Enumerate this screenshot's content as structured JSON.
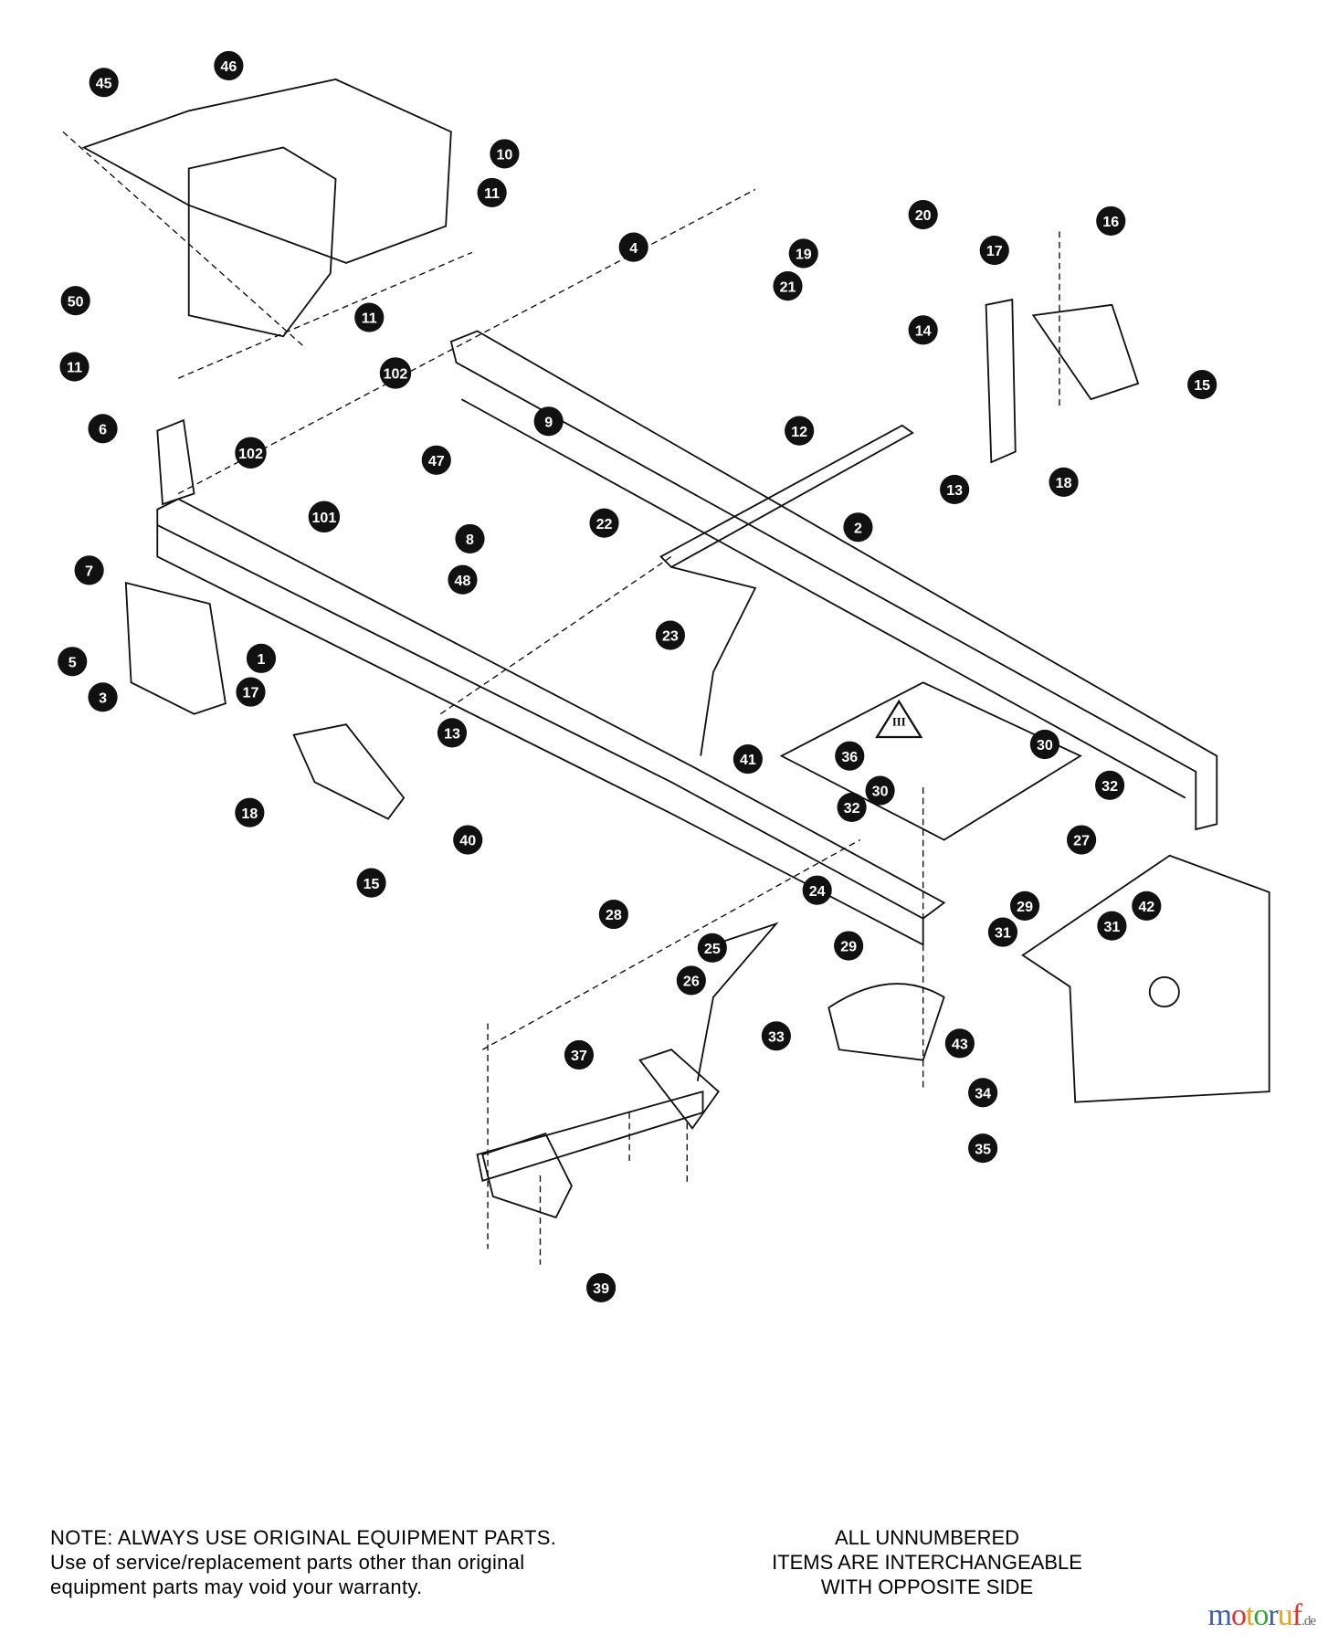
{
  "callouts": [
    "46",
    "45",
    "10",
    "11",
    "50",
    "11",
    "11",
    "102",
    "6",
    "102",
    "47",
    "101",
    "7",
    "9",
    "8",
    "48",
    "22",
    "4",
    "21",
    "19",
    "20",
    "17",
    "16",
    "14",
    "15",
    "12",
    "13",
    "18",
    "2",
    "23",
    "5",
    "3",
    "1",
    "17",
    "13",
    "18",
    "15",
    "40",
    "41",
    "36",
    "30",
    "30",
    "32",
    "32",
    "27",
    "24",
    "29",
    "31",
    "31",
    "42",
    "29",
    "28",
    "25",
    "26",
    "43",
    "33",
    "34",
    "35",
    "37",
    "39"
  ],
  "symbol_label": "III",
  "note": {
    "line1": "NOTE: ALWAYS USE ORIGINAL EQUIPMENT PARTS.",
    "line2": "Use of service/replacement parts other than original",
    "line3": "equipment parts may void your warranty."
  },
  "note_right": {
    "line1": "ALL UNNUMBERED",
    "line2": "ITEMS ARE INTERCHANGEABLE",
    "line3": "WITH OPPOSITE SIDE"
  },
  "watermark": {
    "text": "motoruf",
    "suffix": ".de",
    "colors": [
      "#3b5fb0",
      "#d33",
      "#e9a21b",
      "#3a3",
      "#3b5fb0",
      "#e9a21b",
      "#d33"
    ]
  }
}
